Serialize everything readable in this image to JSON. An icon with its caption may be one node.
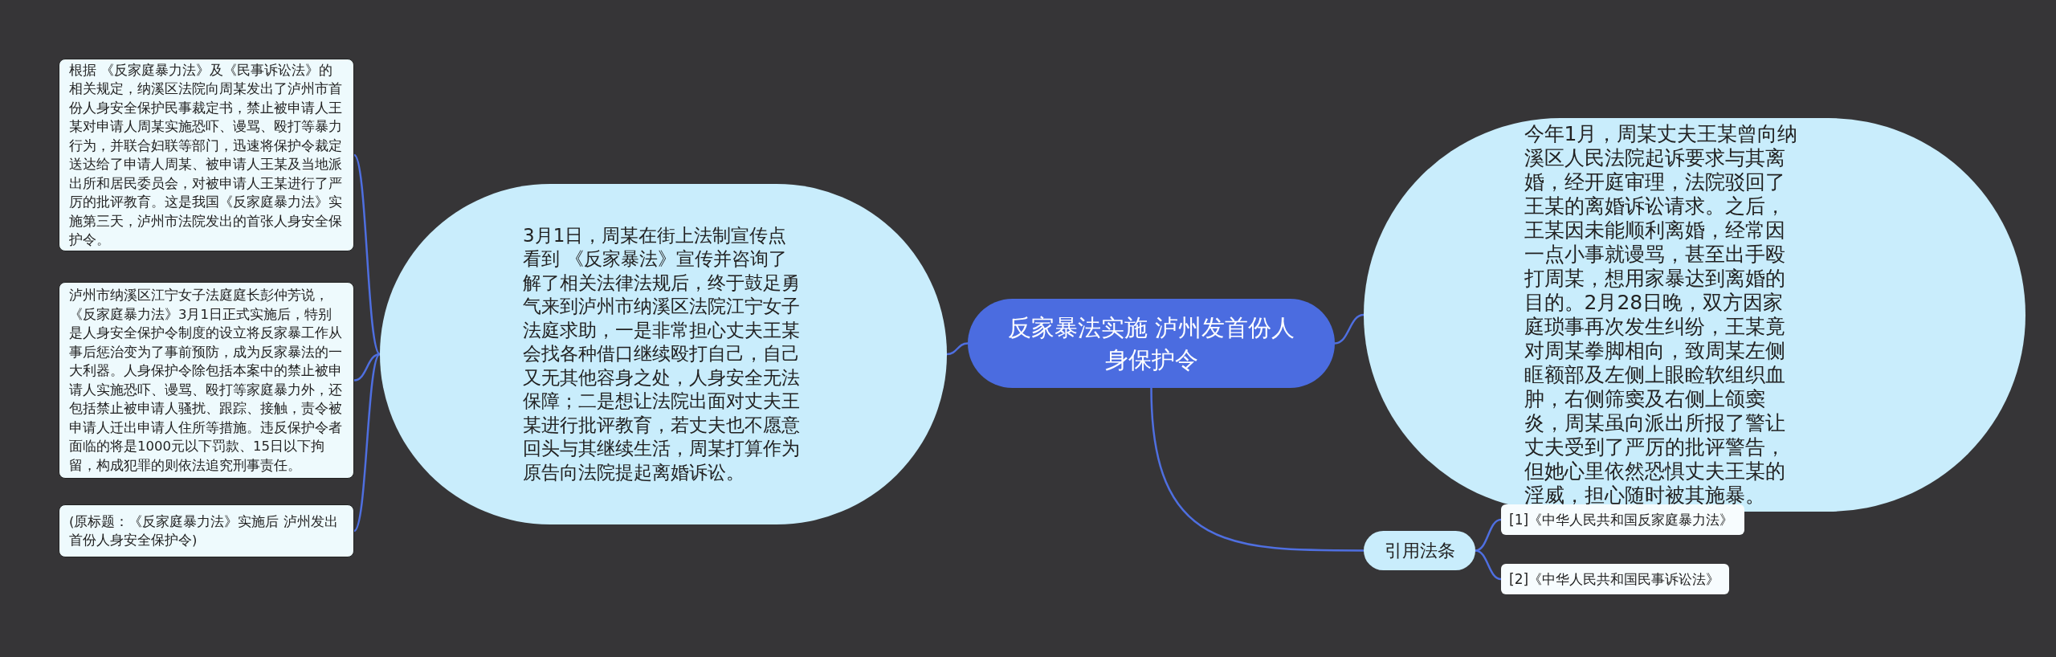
{
  "diagram": {
    "nodes": [
      {
        "text": [
          "反家暴法实施 泸州发首份人身保护令"
        ]
      },
      {
        "text": [
          "3月1日，周某在街上法制宣传点看到 《反家暴法》宣传并咨询了解了相关法律法规后，终于鼓足勇气来到泸州市纳溪区法院江宁女子法庭求助，一是非常担心丈夫王某会找各种借口继续殴打自己，自己又无其他容身之处，人身安全无法保障；二是想让法院出面对丈夫王某进行批评教育，若丈夫也不愿意回头与其继续生活，周某打算作为原告向法院提起离婚诉讼。"
        ]
      },
      {
        "text": [
          "根据 《反家庭暴力法》及《民事诉讼法》的相关规定，纳溪区法院向周某发出了泸州市首份人身安全保护民事裁定书，禁止被申请人王某对申请人周某实施恐吓、谩骂、殴打等暴力行为，并联合妇联等部门，迅速将保护令裁定送达给了申请人周某、被申请人王某及当地派出所和居民委员会，对被申请人王某进行了严厉的批评教育。这是我国《反家庭暴力法》实施第三天，泸州市法院发出的首张人身安全保护令。"
        ]
      },
      {
        "text": [
          "泸州市纳溪区江宁女子法庭庭长彭仲芳说，《反家庭暴力法》3月1日正式实施后，特别是人身安全保护令制度的设立将反家暴工作从事后惩治变为了事前预防，成为反家暴法的一大利器。人身保护令除包括本案中的禁止被申请人实施恐吓、谩骂、殴打等家庭暴力外，还包括禁止被申请人骚扰、跟踪、接触，责令被申请人迁出申请人住所等措施。违反保护令者面临的将是1000元以下罚款、15日以下拘留，构成犯罪的则依法追究刑事责任。"
        ]
      },
      {
        "text": [
          "(原标题：《反家庭暴力法》实施后 泸州发出首份人身安全保护令)"
        ]
      },
      {
        "text": [
          "今年1月，周某丈夫王某曾向纳溪区人民法院起诉要求与其离婚，经开庭审理，法院驳回了王某的离婚诉讼请求。之后，王某因未能顺利离婚，经常因一点小事就谩骂，甚至出手殴打周某，想用家暴达到离婚的目的。2月28日晚，双方因家庭琐事再次发生纠纷，王某竟对周某拳脚相向，致周某左侧眶额部及左侧上眼睑软组织血肿，右侧筛窦及右侧上颌窦炎，周某虽向派出所报了警让丈夫受到了严厉的批评警告，但她心里依然恐惧丈夫王某的淫威，担心随时被其施暴。"
        ]
      },
      {
        "text": [
          "引用法条"
        ]
      },
      {
        "text": [
          "[1]《中华人民共和国反家庭暴力法》"
        ]
      },
      {
        "text": [
          "[2]《中华人民共和国民事诉讼法》"
        ]
      }
    ],
    "edges": [
      {
        "from": 0,
        "to": 1,
        "arrow": "none"
      },
      {
        "from": 1,
        "to": 2,
        "arrow": "none"
      },
      {
        "from": 1,
        "to": 3,
        "arrow": "none"
      },
      {
        "from": 1,
        "to": 4,
        "arrow": "none"
      },
      {
        "from": 0,
        "to": 5,
        "arrow": "none"
      },
      {
        "from": 0,
        "to": 6,
        "arrow": "none"
      },
      {
        "from": 6,
        "to": 7,
        "arrow": "none"
      },
      {
        "from": 6,
        "to": 8,
        "arrow": "none"
      }
    ]
  }
}
